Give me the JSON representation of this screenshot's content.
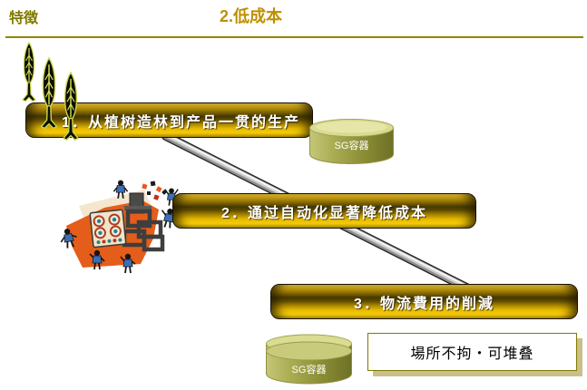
{
  "header": {
    "section_label": "特徴",
    "title": "2.低成本"
  },
  "bars": [
    {
      "label": "1．从植树造林到产品一贯的生产"
    },
    {
      "label": "2．通过自动化显著降低成本"
    },
    {
      "label": "3．物流費用的削減"
    }
  ],
  "containers": {
    "top_label": "SG容器",
    "bottom_label": "SG容器"
  },
  "callout": {
    "text": "場所不拘・可堆叠"
  },
  "icons": {
    "trees": "sapling-trees-icon",
    "clipart": "factory-automation-clipart",
    "pipe": "diagonal-pipe-connector",
    "cylinder": "sg-container-cylinder"
  },
  "colors": {
    "title_gold": "#BE9000",
    "section_olive": "#7F7B00",
    "bar_bright_gold": "#FFD70A",
    "bar_dark_band": "#453700",
    "cylinder_olive": "#9A9C3F",
    "callout_shadow": "#C9BE8C",
    "clipart_orange": "#E55D1A",
    "worker_blue": "#3B6FB5"
  }
}
